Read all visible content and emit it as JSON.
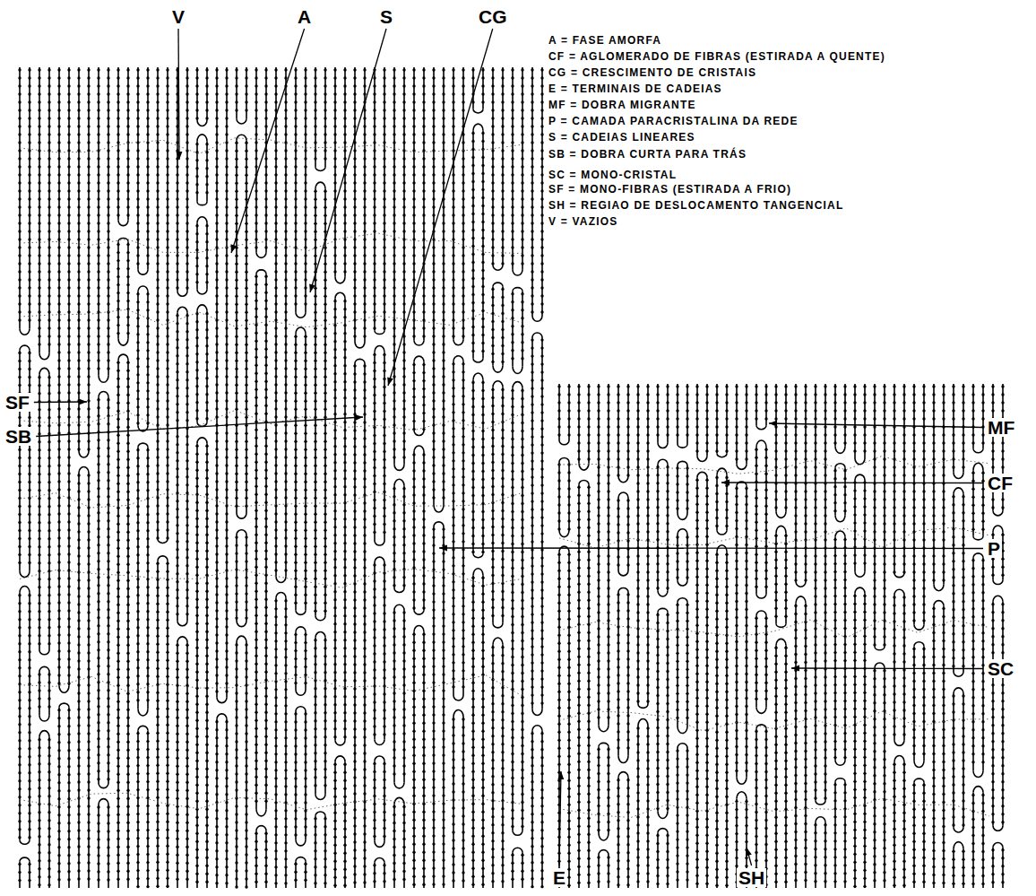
{
  "diagram": {
    "labels": [
      "V",
      "A",
      "S",
      "CG",
      "SF",
      "SB",
      "MF",
      "CF",
      "P",
      "SC",
      "E",
      "SH"
    ],
    "legend": [
      {
        "text": "A = FASE AMORFA"
      },
      {
        "text": "CF = AGLOMERADO DE FIBRAS (ESTIRADA A QUENTE)"
      },
      {
        "text": "CG = CRESCIMENTO DE CRISTAIS"
      },
      {
        "text": "E = TERMINAIS DE CADEIAS"
      },
      {
        "text": "MF = DOBRA MIGRANTE"
      },
      {
        "text": "P = CAMADA PARACRISTALINA DA REDE"
      },
      {
        "text": "S = CADEIAS LINEARES"
      },
      {
        "text": "SB = DOBRA CURTA PARA TRÁS"
      },
      {
        "text": "SC = MONO-CRISTAL"
      },
      {
        "text": "SF = MONO-FIBRAS (ESTIRADA A FRIO)"
      },
      {
        "text": "SH = REGIAO DE DESLOCAMENTO TANGENCIAL"
      },
      {
        "text": "V = VAZIOS"
      }
    ]
  }
}
